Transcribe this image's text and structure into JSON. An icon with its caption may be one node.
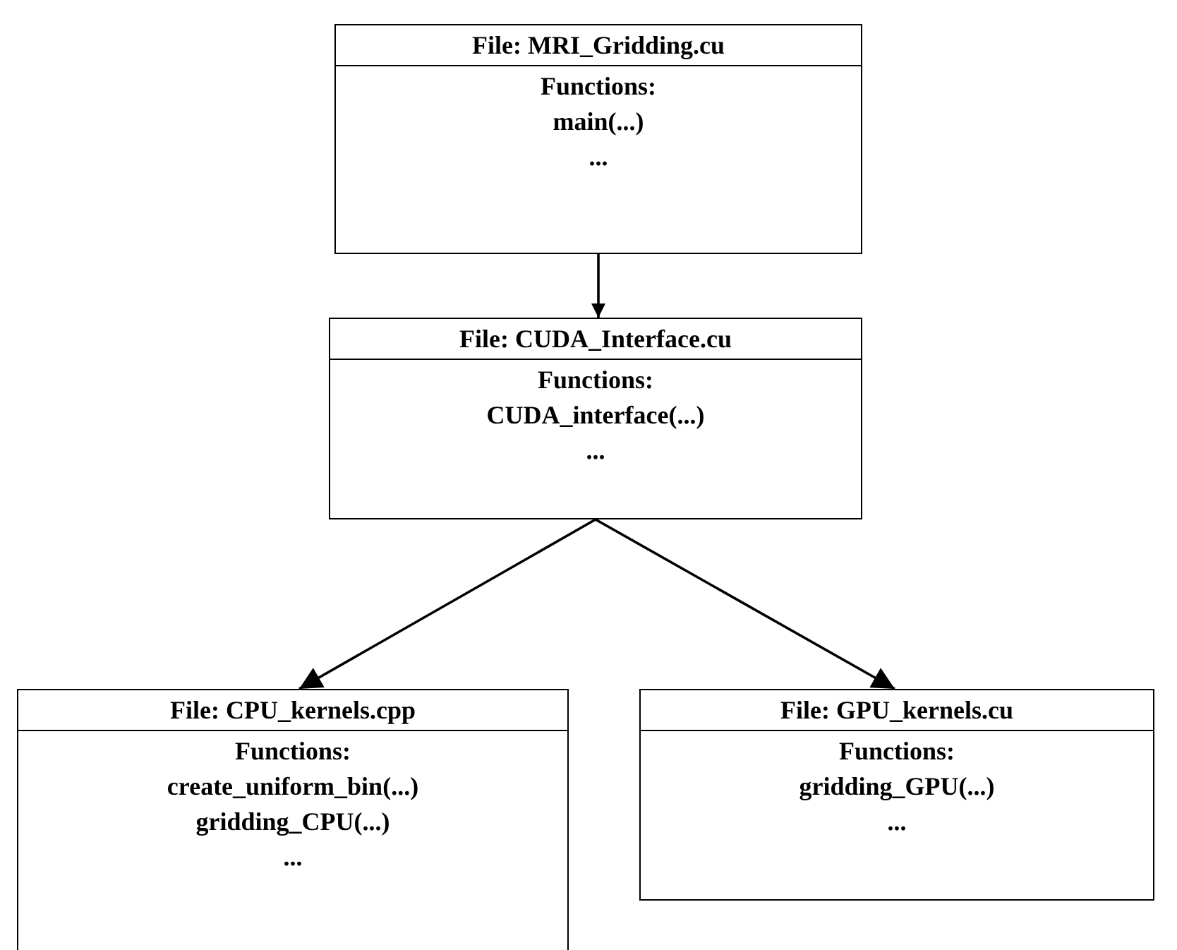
{
  "diagram": {
    "nodes": [
      {
        "text": [
          "File: MRI_Gridding.cu",
          "Functions:",
          "main(...)",
          "..."
        ]
      },
      {
        "text": [
          "File: CUDA_Interface.cu",
          "Functions:",
          "CUDA_interface(...)",
          "..."
        ]
      },
      {
        "text": [
          "File: CPU_kernels.cpp",
          "Functions:",
          "create_uniform_bin(...)",
          "gridding_CPU(...)",
          "..."
        ]
      },
      {
        "text": [
          "File: GPU_kernels.cu",
          "Functions:",
          "gridding_GPU(...)",
          "..."
        ]
      }
    ],
    "edges": [
      {
        "from": 0,
        "to": 1,
        "arrow": "to"
      },
      {
        "from": 1,
        "to": 2,
        "arrow": "to"
      },
      {
        "from": 1,
        "to": 3,
        "arrow": "to"
      }
    ]
  }
}
